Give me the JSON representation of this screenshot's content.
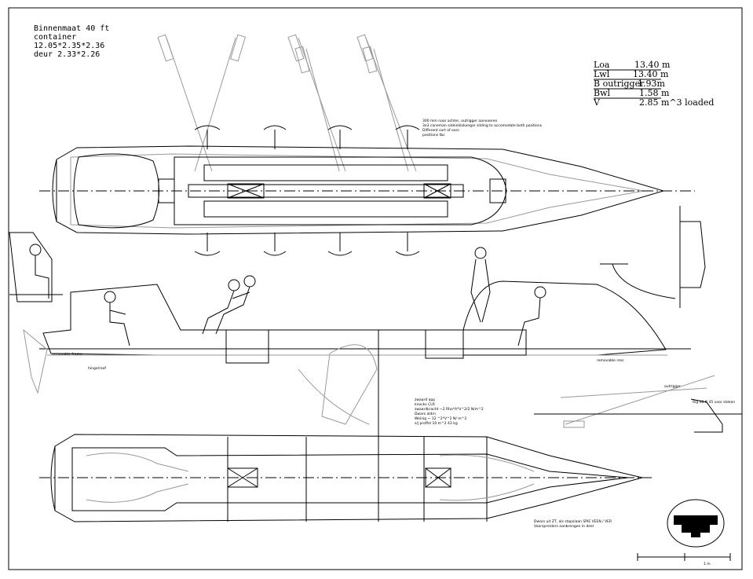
{
  "title_block": {
    "line1": "Binnenmaat 40 ft",
    "line2": "container",
    "line3": "12.05*2.35*2.36",
    "line4": "deur 2.33*2.26"
  },
  "specs": [
    {
      "label": "Loa",
      "value": "13.40 m"
    },
    {
      "label": "Lwl",
      "value": "13.40 m"
    },
    {
      "label": "B outrigger",
      "value": "1.93m"
    },
    {
      "label": "Bwl",
      "value": "1.58 m"
    },
    {
      "label": "V",
      "value": "2.85 m^3 loaded"
    }
  ],
  "notes": {
    "top_note_1": "300 mm naar achter, outrigger aanvoeren",
    "top_note_2": "3e3 caneman sideinklokongar sliding to accomodate both positions",
    "top_note_3": "Different sort of oars",
    "top_note_4": "positions tbc",
    "mid_1": "zwaard opp",
    "mid_2": "knocks CLR",
    "mid_3": "zwaardkracht ~2 Rho*A*V^2/2 N/m^2",
    "mid_4": "Dwars aldrn",
    "mid_5": "Weinig ~ 12 ^2*V^2 N/ m^2",
    "mid_6": "s/j proffel 10 m^2 43 kg",
    "removable_frame": "removable frame",
    "hinge_note": "hinge/roof",
    "removable_rear": "removable rear",
    "outrigger_note": "outrigger",
    "right_note": "Rig 40 ft 45 voor steken",
    "bottom_note_1": "Dwars uit ZT, als stapslaan SPIE VEEN / VER",
    "bottom_note_2": "Voorspreiders aanbrengen in deel",
    "scale_label": "1 m"
  }
}
